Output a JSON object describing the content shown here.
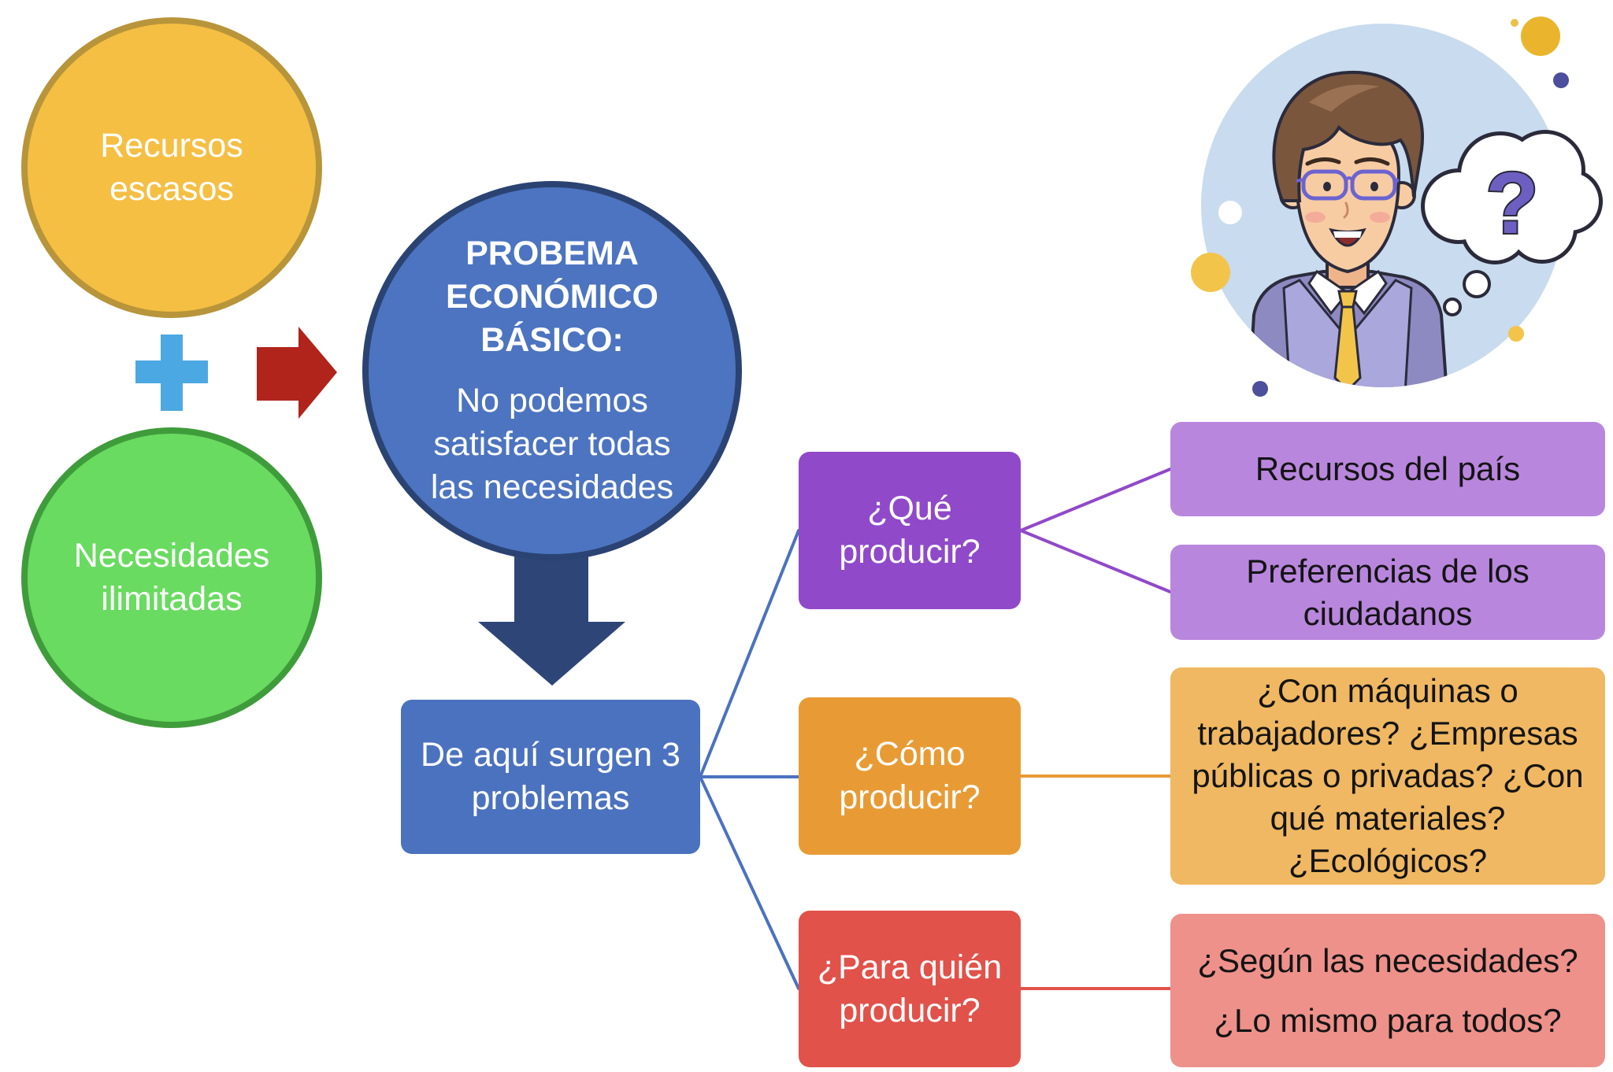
{
  "diagram": {
    "scarce_resources": {
      "lines": [
        "Recursos",
        "escasos"
      ]
    },
    "unlimited_needs": {
      "lines": [
        "Necesidades",
        "ilimitadas"
      ]
    },
    "core_problem": {
      "title_lines": [
        "PROBEMA",
        "ECONÓMICO",
        "BÁSICO:"
      ],
      "body_lines": [
        "No podemos",
        "satisfacer todas",
        "las necesidades"
      ]
    },
    "outcome": {
      "lines": [
        "De aquí surgen 3",
        "problemas"
      ]
    },
    "questions": [
      {
        "lines": [
          "¿Qué",
          "producir?"
        ],
        "answers": [
          {
            "lines": [
              "Recursos del país"
            ]
          },
          {
            "lines": [
              "Preferencias de los",
              "ciudadanos"
            ]
          }
        ]
      },
      {
        "lines": [
          "¿Cómo",
          "producir?"
        ],
        "answers": [
          {
            "lines": [
              "¿Con máquinas o",
              "trabajadores? ¿Empresas",
              "públicas o privadas? ¿Con",
              "qué materiales?",
              "¿Ecológicos?"
            ]
          }
        ]
      },
      {
        "lines": [
          "¿Para quién",
          "producir?"
        ],
        "answers": [
          {
            "paragraphs": [
              "¿Según las necesidades?",
              "¿Lo mismo para todos?"
            ]
          }
        ]
      }
    ]
  },
  "illustration": {
    "thought_symbol": "?"
  },
  "icons": {
    "plus": "plus-icon",
    "arrow_right": "arrow-right-icon",
    "arrow_down": "arrow-down-icon",
    "person": "thinking-person-icon",
    "thought_bubble": "thought-bubble-icon"
  },
  "colors": {
    "scarce_resources_fill": "#f5bf44",
    "scarce_resources_border": "#b8953a",
    "unlimited_needs_fill": "#69db60",
    "unlimited_needs_border": "#3f9c3b",
    "core_problem_fill": "#4c74c0",
    "core_problem_border": "#2b4373",
    "plus": "#4ca8e2",
    "arrow_right": "#b0241c",
    "arrow_down": "#2e4677",
    "outcome_fill": "#4b72bf",
    "what_fill": "#9049c9",
    "what_answer_fill": "#b986de",
    "how_fill": "#e89b35",
    "how_answer_fill": "#f0b862",
    "for_whom_fill": "#e1524a",
    "for_whom_answer_fill": "#ee918b",
    "illustration_bg": "#c8dbef"
  }
}
